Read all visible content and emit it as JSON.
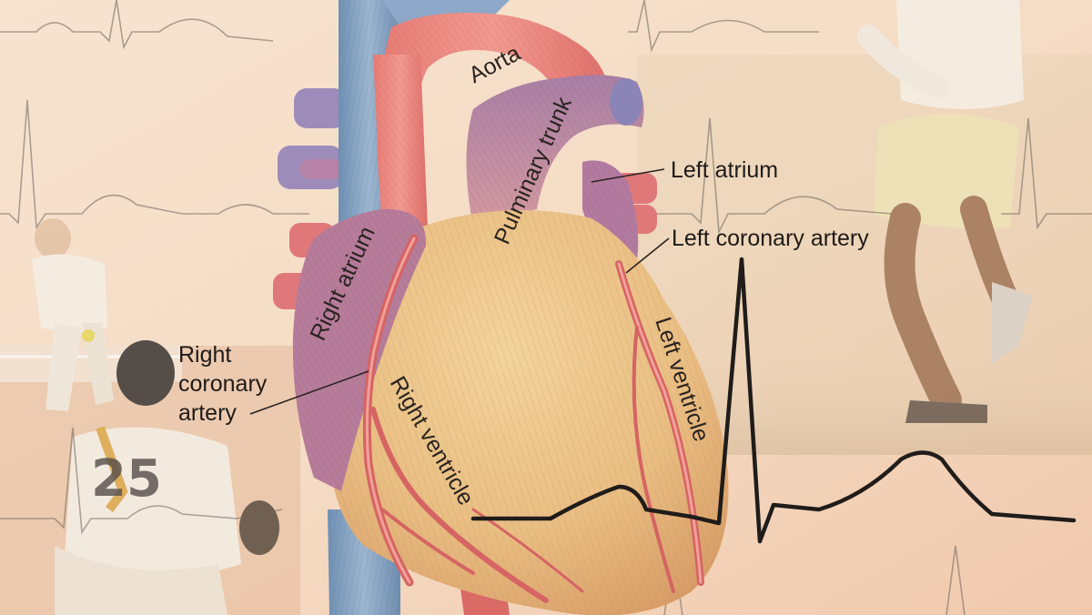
{
  "labels": {
    "aorta": "Aorta",
    "pulmonary_trunk": "Pulminary trunk",
    "left_atrium": "Left atrium",
    "left_coronary_artery": "Left coronary artery",
    "right_atrium": "Right atrium",
    "right_coronary_artery": [
      "Right",
      "coronary",
      "artery"
    ],
    "right_ventricle": "Right ventricle",
    "left_ventricle": "Left ventricle"
  },
  "colors": {
    "vein_blue": "#7f9fc0",
    "artery_red": "#e9857c",
    "atrium_purple": "#b67c9a",
    "ventricle_tan": "#e9bf84",
    "ecg_black": "#1f1c1a",
    "background_peach": "#f3dcc6"
  },
  "icons": {
    "background_left": "softball-players-photo",
    "background_right": "runner-photo"
  }
}
